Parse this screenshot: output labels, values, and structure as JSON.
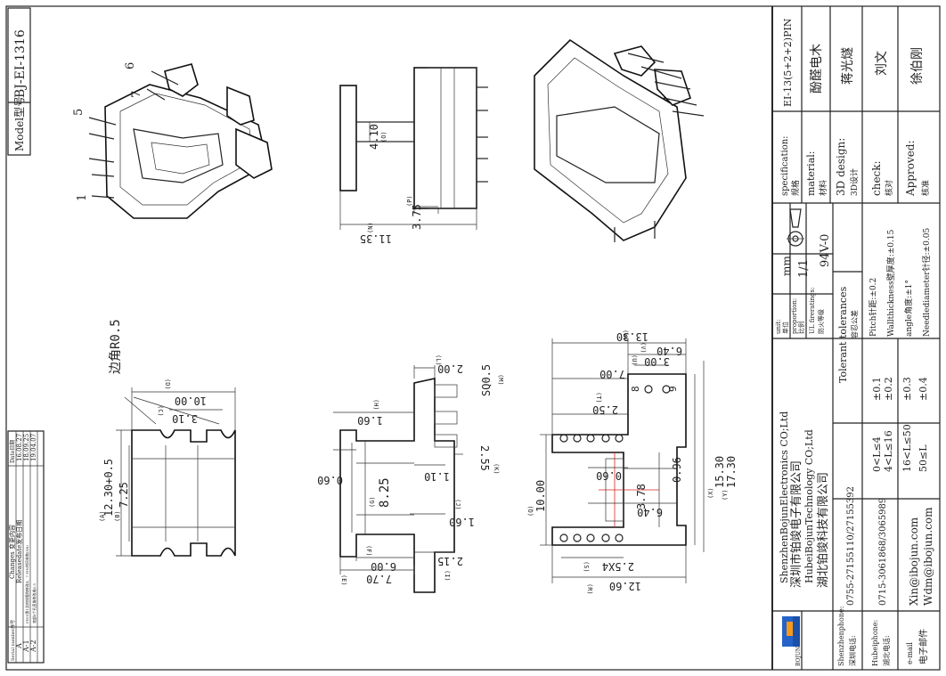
{
  "frame": {
    "model_label": "Model型号",
    "model_value": "BJ-EI-1316"
  },
  "revisions": {
    "header": [
      "Serial number序号",
      "Changes 变更内容",
      "Date日期"
    ],
    "rows": [
      {
        "serial": "A",
        "change": "Releasedate发布日期",
        "date": "16.08.27"
      },
      {
        "serial": "A-1",
        "change": "PIN5第1次的排版和修改4、7 PIN时间参数(SR)",
        "date": "18.09.25"
      },
      {
        "serial": "A-2",
        "change": "底部8个孔直角修改成0.5",
        "date": "19.04.07"
      }
    ]
  },
  "drawing": {
    "pin_labels": [
      "6",
      "7",
      "5",
      "1",
      "8",
      "9"
    ],
    "side_view": {
      "dims": [
        "4.10",
        "3.75",
        "11.35"
      ],
      "refs": [
        "(O)",
        "(P)",
        "(N)"
      ]
    },
    "bottom_view": {
      "dims": [
        "10.00",
        "3.10",
        "12.30+0.5",
        "7.25"
      ],
      "note": "边角R0.5",
      "refs": [
        "(D)",
        "(C)",
        "(A)",
        "(B)"
      ]
    },
    "front_view": {
      "dims": [
        "2.00",
        "SQ0.5",
        "1.60",
        "0.60",
        "1.10",
        "2.55",
        "8.25",
        "1.60",
        "6.00",
        "7.70",
        "2.15"
      ],
      "refs": [
        "(L)",
        "(M)",
        "(H)",
        "(K)",
        "(G)",
        "(J)",
        "(F)",
        "(E)",
        "(I)"
      ]
    },
    "top_view": {
      "dims": [
        "13.30",
        "6.40",
        "3.00",
        "7.00",
        "2.50",
        "10.00",
        "0.60",
        "3.78",
        "0.96",
        "6.40",
        "15.30",
        "17.30",
        "2.5X4",
        "12.60"
      ],
      "refs": [
        "(W)",
        "(V)",
        "(U)",
        "(T)",
        "(Q)",
        "(X)",
        "(Y)",
        "(S)",
        "(R)"
      ]
    }
  },
  "title_block": {
    "spec_label": "specification:",
    "spec_cn": "规格",
    "spec_value": "EI-13(5+2+2)PIN",
    "material_label": "material:",
    "material_cn": "材料",
    "material_value": "酚醛电木",
    "design_label": "3D design:",
    "design_cn": "3D设计",
    "design_value": "蒋光燧",
    "check_label": "check:",
    "check_cn": "核对",
    "check_value": "刘文",
    "approved_label": "Approved:",
    "approved_cn": "核准",
    "approved_value": "徐伯刚",
    "unit_label": "unit:",
    "unit_cn": "单位",
    "unit_value": "mm",
    "proportion_label": "proportion:",
    "proportion_cn": "比例",
    "proportion_value": "1/1",
    "fire_label": "UL fireratings:",
    "fire_cn": "防火等级",
    "fire_value": "94V-0",
    "tol_title": "Tolerant tolerances",
    "tol_cn": "容忍公差",
    "tolerances": [
      {
        "range": "0<L≤4",
        "value": "±0.1"
      },
      {
        "range": "4<L≤16",
        "value": "±0.2"
      },
      {
        "range": "16<L≤50",
        "value": "±0.3"
      },
      {
        "range": "50≤L",
        "value": "±0.4"
      }
    ],
    "tol_notes": [
      "Pitch针距:±0.2",
      "Wallthickness壁厚度:±0.15",
      "angle角度:±1°",
      "Needlediameter针径:±0.05"
    ],
    "company_en_1": "ShenzhenBojunElectronics CO;Ltd",
    "company_cn_1": "深圳市铂竣电子有限公司",
    "company_en_2": "HubeiBojunTechnology CO;Ltd",
    "company_cn_2": "湖北铂竣科技有限公司",
    "logo_text": "BOJUN",
    "sz_phone_label": "Shenzhenphone:",
    "sz_phone_cn": "深圳电话:",
    "sz_phone": "0755-27155110/27155392",
    "hb_phone_label": "Hubeiphone:",
    "hb_phone_cn": "湖北电话:",
    "hb_phone": "0715-3061868/3065989",
    "email_label": "e-mail",
    "email_cn": "电子邮件",
    "email_1": "Xin@ibojun.com",
    "email_2": "Wdm@ibojun.com"
  }
}
